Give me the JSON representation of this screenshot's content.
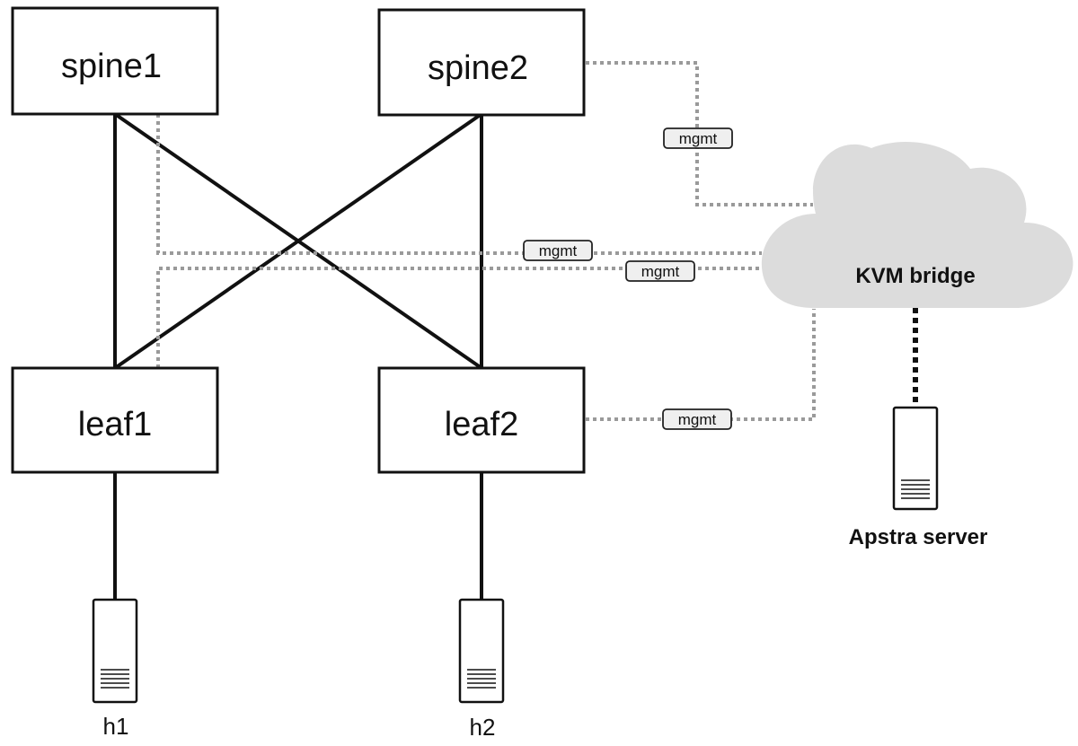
{
  "nodes": {
    "spine1": "spine1",
    "spine2": "spine2",
    "leaf1": "leaf1",
    "leaf2": "leaf2",
    "h1": "h1",
    "h2": "h2",
    "kvm_bridge": "KVM bridge",
    "apstra_server": "Apstra server"
  },
  "mgmt_labels": {
    "spine2": "mgmt",
    "spine1": "mgmt",
    "leaf1": "mgmt",
    "leaf2": "mgmt"
  },
  "colors": {
    "line": "#111111",
    "mgmt_dotted": "#9a9a9a",
    "cloud": "#dcdcdc",
    "tag_fill": "#efefef"
  }
}
